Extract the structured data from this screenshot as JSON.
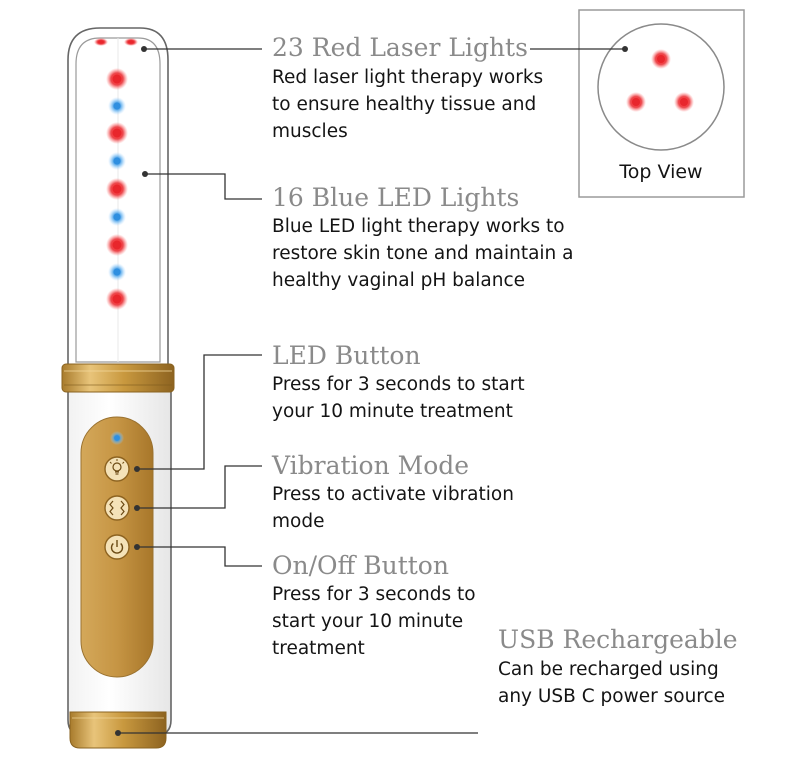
{
  "features": [
    {
      "id": "red-laser",
      "title": "23 Red Laser Lights",
      "description": "Red laser light therapy works to ensure healthy tissue and muscles"
    },
    {
      "id": "blue-led",
      "title": "16 Blue LED Lights",
      "description": "Blue LED light therapy works to restore skin tone and maintain a healthy vaginal pH balance"
    },
    {
      "id": "led-button",
      "title": "LED Button",
      "description": "Press for 3 seconds to start your 10 minute treatment"
    },
    {
      "id": "vibration",
      "title": "Vibration Mode",
      "description": "Press to activate vibration mode"
    },
    {
      "id": "onoff",
      "title": "On/Off Button",
      "description": "Press for 3 seconds to start your 10 minute treatment"
    },
    {
      "id": "usb",
      "title": "USB Rechargeable",
      "description": "Can be recharged using any USB C power source"
    }
  ],
  "top_view": {
    "label": "Top View"
  },
  "icons": {
    "led_button": "lightbulb-icon",
    "vibration_button": "vibration-icon",
    "power_button": "power-icon"
  },
  "colors": {
    "red_light": "#e8262c",
    "blue_light": "#2f8fe0",
    "gold": "#c9993f",
    "leader_line": "#333333",
    "title_gray": "#8a8a8a"
  }
}
